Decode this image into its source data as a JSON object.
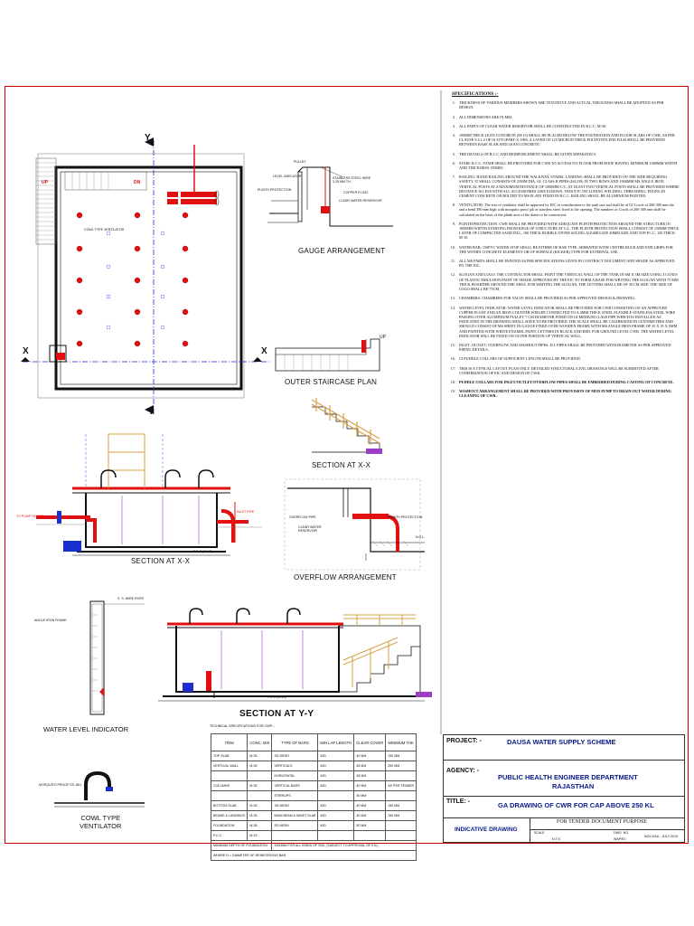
{
  "specs": {
    "title": "SPECIFICATIONS :-",
    "items": [
      {
        "n": "1.",
        "t": "THICKNESS OF VARIOUS MEMBERS SHOWN ARE TENTATIVE AND ACTUAL THICKNESS SHALL BE ADOPTED AS PER DESIGN.",
        "b": false
      },
      {
        "n": "2.",
        "t": "ALL DIMENSIONS ARE IN MM.",
        "b": false
      },
      {
        "n": "3.",
        "t": "ALL PARTS OF CLEAR WATER RESERVOIR SHALL BE CONSTRUCTED IN R.C.C. M-30.",
        "b": false
      },
      {
        "n": "4.",
        "t": "100MM THICK LEAN CONCRETE (M-15) SHALL BE PLACED BELOW THE FOUNDATION AND FLOOR SLABS OF CWR, AS PER CLAUSE 9.4.1.2 OF IS 3370 (PART-1) 1965, A LAYER OF 125 MICRON THICK POLYETHYLENE FILM SHALL BE PROVIDED BETWEEN BASE SLAB AND LEAN CONCRETE.",
        "b": false
      },
      {
        "n": "5.",
        "t": "THE DETAILS OF R.C.C AND REINFORCEMENT SHALL BE GIVEN SEPARATELY.",
        "b": false
      },
      {
        "n": "6.",
        "t": "STAIR: R.C.C. STAIR SHALL BE PROVIDED FOR CWR TO ACCESS ITS FLOOR FROM ROOF HAVING MINIMUM 1000MM WIDTH AND THICKNESS 150MM.",
        "b": false
      },
      {
        "n": "7.",
        "t": "RAILING: HAND RAILING AROUND THE WALKWAY, STAIRS, LANDING SHALL BE PROVIDED ON THE SIDE REQUIRING SAFETY. IT SHALL CONSISTS OF 25MM DIA. GI. CLASS B PIPES (IS1239) IN TWO ROWS AND 1000MM MS ANGLE IRON VERTICAL POSTS AT A MAXIMUM DISTANCE OF 1000MM C/C, AT LEAST TWO VERTICAL POSTS SHALL BE PROVIDED WHERE DISTANCE IS LESS WITH ALL ACCESSORIES LIKE ELBOWS, TEES ETC INCLUDING WELDING, THREADING, FIXING IN CEMENT CONCRETE OR BOLTED TO MS PLATE FIXED IN R.C.C. RAILING SHALL BE ALUMINIUM PAINTED.",
        "b": false
      },
      {
        "n": "8.",
        "t": "VENTILATOR: The size of ventilator shall be approved by EIC in consideration to the tank size and shall be of GI Cowls of 200-300 mm dia and a bend 300 mm high with mosquito proof jali of stainless steel, fixed at the opening. The numbers of Cowls of 200-300 mm shall be calculated on the basis of the plinth area of the dome to be constructed.",
        "b": false
      },
      {
        "n": "9.",
        "t": "PLINTH PROTECTION: CWR SHALL BE PROVIDED WITH ADEQUATE PLINTH PROTECTION AROUND THE STRUCTURE IN 1000MM WIDTH STARTING FROM EDGE OF STRUCTURE AT G.L. THE PLINTH PROTECTION SHALL CONSIST OF 150MM THICK LAYER OF COMPACTED SAND FILL, 100 THICK RUBBLE STONE SOLING AGGREGATE 40MM SIZE AND TOP P.C.C. 150 THICK M-10.",
        "b": false
      },
      {
        "n": "10.",
        "t": "WATER BAR: 150PVC WATER STOP SHALL BE EITHER OF BAR TYPE, SERRATED WITH CENTRE BULB AND END GRIPS FOR THE WITHIN CONCRETE ELEMENTS OR OF SURFACE (KICKER) TYPE FOR EXTERNAL USE.",
        "b": false
      },
      {
        "n": "11.",
        "t": "ALL MS PARTS SHALL BE PAINTED AS PER SPECIFICATIONS GIVEN IN CONTRACT DOCUMENT AND SHADE AS APPROVED BY THE EIC.",
        "b": false
      },
      {
        "n": "12.",
        "t": "SLOGAN AND LOGO: THE CONTRACTOR SHALL PAINT THE VERTICAL WALL OF THE TANK IN 6M X 3M SIZE USING 3 COATS OF PLASTIC EMULSION PAINT OF SHADE APPROVED BY THE EIC TO FORM A BASE FOR WRITING THE SLOGAN WITH 75 MM THICK BOARDER AROUND THE AREA. FOR WRITING THE SLOGAN, THE LETTERS SHALL BE OF 30 CM SIZE. THE SIZE OF LOGO SHALL BE 75CM.",
        "b": false
      },
      {
        "n": "13.",
        "t": "CHAMBERS: CHAMBERS FOR VALVE SHALL BE PROVIDED AS PER APPROVED DESIGN & DRAWING.",
        "b": false
      },
      {
        "n": "14.",
        "t": "WATER LEVEL INDICATOR: WATER LEVEL INDICATOR SHALL BE PROVIDED FOR CWR CONSISTING OF AN APPROVED COPPER FLOAT AND AN IRON COUNTER WEIGHT CONNECTED TO A 4MM THICK STEEL FLEXIBLE STAINLESS STEEL WIRE PASSING OVER ALUMINIUM PULLEY 7 CM DIAMETER FIXED ON GI MEDIUM CLASS PIPE WHICH IS INSTALLED AS INDICATED IN THE DRAWING SHALL HAVE TO BE PROVIDED. THE SCALE SHALL BE CALIBRATED IN CENTIMETERS AND SHOULD CONSIST OF MS SHEET IN GAUGE FIXED OVER WOODEN FRAME WITH MS ANGLE IRON FRAME OF 35 X 35 X 5MM AND PAINTED WITH WHITE ENAMEL PAINT, LETTERS IN BLACK AND RED. FOR GROUND LEVEL CWR, THE WATER LEVEL INDICATOR WILL BE FIXED ON OUTER PORTION OF VERTICAL WALL.",
        "b": false
      },
      {
        "n": "15.",
        "t": "INLET, OUTLET, OVERFLOW AND WASHOUT PIPES: D.I. PIPES SHALL BE PROVIDED WITH DIAMETER AS PER APPROVED PIPING DETAILS.",
        "b": false
      },
      {
        "n": "16.",
        "t": "CI PUDDLE COLLARS OF SUFFICIENT LENGTH SHALL BE PROVIDED.",
        "b": false
      },
      {
        "n": "17.",
        "t": "THIS IS A TYPICAL LAYOUT PLAN ONLY. DETAILED STRUCTURAL/CIVIL DRAWINGS WILL BE SUBMITTED AFTER CONFIRMATION OF EIC AND DESIGN OF CWR.",
        "b": false
      },
      {
        "n": "18.",
        "t": "PUDDLE COLLARS FOR INLET/OUTLET/OVERFLOW PIPES SHALL BE EMBEDDED DURING CASTING OF CONCRETE.",
        "b": true
      },
      {
        "n": "19.",
        "t": "WASHOUT ARRANGEMENT SHALL BE PROVIDED WITH PROVISION OF MUD PUMP TO DRAIN OUT WATER DURING CLEANING OF CWR.",
        "b": true
      }
    ]
  },
  "labels": {
    "y_top": "Y",
    "y_bottom": "Y",
    "x_left": "X",
    "x_right": "X",
    "up": "UP",
    "dn": "DN",
    "gauge_arrangement": "GAUGE ARRANGEMENT",
    "pulley": "PULLEY",
    "level_indicator": "LEVEL INDICATOR",
    "stainless_steel_wire": "STAINLESS STEEL WIRE 3.25 MM TH.",
    "plinth_protection": "PLINTH PROTECTION",
    "copper_float": "COPPER FLOAT",
    "clear_water_reservoir": "CLEAR WATER RESERVOIR",
    "outer_staircase_plan": "OUTER STAIRCASE PLAN",
    "staircase_up": "UP",
    "section_xx_main": "SECTION AT X-X",
    "section_xx_small": "SECTION AT X-X",
    "overflow_arrangement": "OVERFLOW ARRANGEMENT",
    "overflow_pipe": "OVERFLOW PIPE",
    "clear_water_res2": "CLEAR WATER RESERVOIR",
    "plinth_protection2": "PLINTH PROTECTION",
    "ngl": "N.G.L.",
    "section_yy": "SECTION AT Y-Y",
    "water_level_indicator": "WATER LEVEL INDICATOR",
    "ss_wire_rope": "S. S. WIRE ROPE",
    "angle_iron_frame": "ANGLE IRON FRAME",
    "cowl_type_ventilator": "COWL TYPE\nVENTILATOR",
    "mosquito_proof_jali": "MOSQUITO PROOF SS JALI",
    "pcc_m10": "P.C.C (M-10)",
    "to_pump_house": "TO PUMP HOUSE",
    "inlet_pipe": "INLET PIPE",
    "cowl_type_vent_plan": "COWL TYPE VENTILATOR",
    "tech_specs_caption": "TECHNICAL SPECIFICATIONS FOR CWR :-"
  },
  "spec_table": {
    "headers": [
      "ITEM",
      "CONC. MIX",
      "TYPE OF BARS",
      "MIN LAP LENGTH",
      "CLEAR COVER",
      "MINIMUM THK"
    ],
    "rows": [
      [
        "TOP SLAB",
        "M-35",
        "SD MESH",
        "40D",
        "40 MM",
        "150 MM"
      ],
      [
        "VERTICAL WALL",
        "M-35",
        "VERTICALS",
        "40D",
        "45 MM",
        "250 MM"
      ],
      [
        "",
        "",
        "HORIZONTAL",
        "40D",
        "45 MM",
        ""
      ],
      [
        "COLUMNS",
        "M-35",
        "VERTICAL BARS",
        "40D",
        "40 MM",
        "AS PER TENDER"
      ],
      [
        "",
        "",
        "STIRRUPS",
        "",
        "40 MM",
        ""
      ],
      [
        "BOTTOM SLAB",
        "M-35",
        "SD MESH",
        "40D",
        "40 MM",
        "150 MM"
      ],
      [
        "BEAMS & LANDINGS",
        "M-35",
        "MAIN BEAM & WAIST SLAB",
        "40D",
        "40 MM",
        "150 MM"
      ],
      [
        "FOUNDATION",
        "M-35",
        "SD MESH",
        "40D",
        "50 MM",
        ""
      ],
      [
        "P.C.C.",
        "M-15",
        "",
        "",
        "",
        ""
      ]
    ],
    "note_left": "MINIMUM DEPTH OF FOUNDATION",
    "note_right": "1500MM FOR ALL KINDS OF SOIL (SUBJECT TO APPROVAL OF EIC)",
    "note_bottom": "WHERE D = DIAMETER OF REINFORCING BAR"
  },
  "title_block": {
    "project_key": "PROJECT: -",
    "project_val": "DAUSA WATER SUPPLY SCHEME",
    "agency_key": "AGENCY: -",
    "agency_val": "PUBLIC HEALTH ENGINEER DEPARTMENT",
    "agency_val2": "RAJASTHAN",
    "title_key": "TITLE: -",
    "title_val": "GA DRAWING OF CWR FOR CAP ABOVE 250 KL",
    "indicative": "INDICATIVE DRAWING",
    "purpose": "FOR TENDER DOCUMENT PURPOSE",
    "scale_key": "SCALE",
    "scale_val": "N.T.S.",
    "dwg_no_key": "DWG. NO.",
    "dwg_no_val": "WAP/RJ",
    "date_val": "NOV-DAU - JULY 2019"
  },
  "colors": {
    "border_red": "#cc0000",
    "pipe_red": "#e01010",
    "line_blue": "#1a2fd0",
    "stair_tan": "#d9a24a",
    "title_blue": "#0a1a8a",
    "purple": "#9a3ec8",
    "green": "#2f8a2f"
  }
}
